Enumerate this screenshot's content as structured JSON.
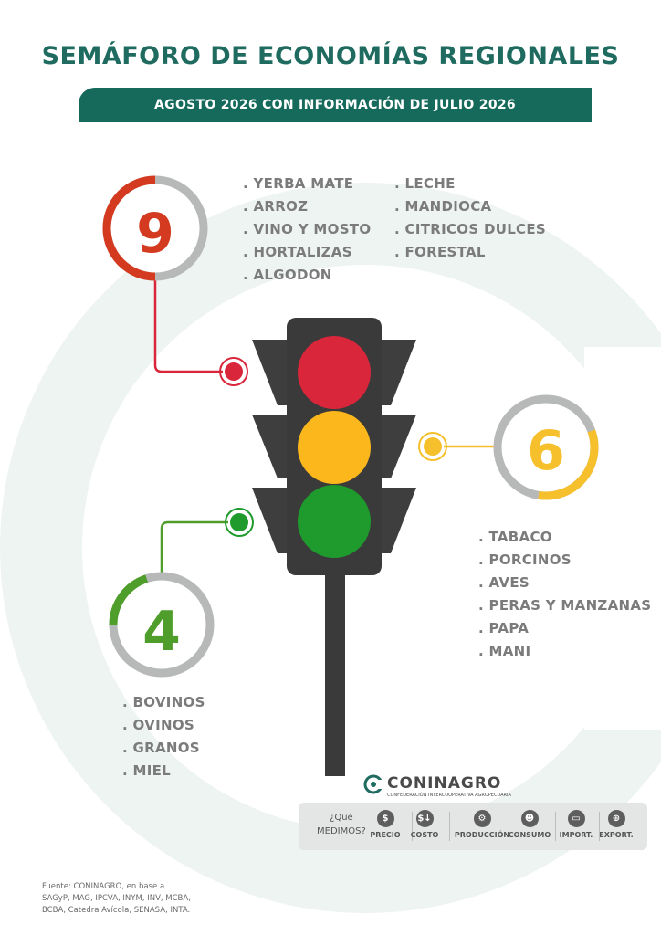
{
  "title": "SEMÁFORO DE ECONOMÍAS REGIONALES",
  "subtitle": "AGOSTO 2026 CON INFORMACIÓN DE JULIO 2026",
  "red": {
    "count": "9",
    "fraction": 0.5,
    "color": "#d43a1f",
    "items_col1": [
      ". YERBA MATE",
      ". ARROZ",
      ". VINO Y MOSTO",
      ". HORTALIZAS",
      ". ALGODON"
    ],
    "items_col2": [
      ". LECHE",
      ". MANDIOCA",
      ". CITRICOS DULCES",
      ". FORESTAL"
    ]
  },
  "yellow": {
    "count": "6",
    "fraction": 0.33,
    "color": "#f6c02c",
    "items": [
      ". TABACO",
      ". PORCINOS",
      ". AVES",
      ". PERAS Y MANZANAS",
      ". PAPA",
      ". MANI"
    ]
  },
  "green": {
    "count": "4",
    "fraction": 0.2,
    "color": "#4f9d2a",
    "items": [
      ". BOVINOS",
      ". OVINOS",
      ". GRANOS",
      ". MIEL"
    ]
  },
  "logo": {
    "name": "CONINAGRO",
    "tagline": "CONFEDERACIÓN INTERCOOPERATIVA AGROPECUARIA"
  },
  "measures": {
    "question_line1": "¿Qué",
    "question_line2": "MEDIMOS?",
    "items": [
      {
        "label": "PRECIO",
        "icon": "$"
      },
      {
        "label": "COSTO",
        "icon": "$↓"
      },
      {
        "label": "PRODUCCIÓN",
        "icon": "⚙"
      },
      {
        "label": "CONSUMO",
        "icon": "☻"
      },
      {
        "label": "IMPORT.",
        "icon": "▭"
      },
      {
        "label": "EXPORT.",
        "icon": "⊕"
      }
    ]
  },
  "source_lines": [
    "Fuente: CONINAGRO, en base a",
    "SAGyP, MAG, IPCVA, INYM, INV, MCBA,",
    "BCBA, Catedra Avícola, SENASA, INTA."
  ]
}
